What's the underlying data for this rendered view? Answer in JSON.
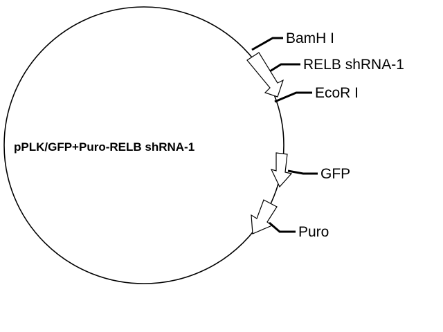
{
  "plasmid": {
    "name": "pPLK/GFP+Puro-RELB shRNA-1"
  },
  "sites": [
    {
      "label": "BamH I"
    },
    {
      "label": "EcoR I"
    }
  ],
  "features": [
    {
      "label": "RELB shRNA-1",
      "direction": "clockwise"
    },
    {
      "label": "GFP",
      "direction": "clockwise"
    },
    {
      "label": "Puro",
      "direction": "clockwise"
    }
  ],
  "colors": {
    "line": "#000000",
    "arrow_fill": "#ffffff",
    "background": "#ffffff"
  }
}
